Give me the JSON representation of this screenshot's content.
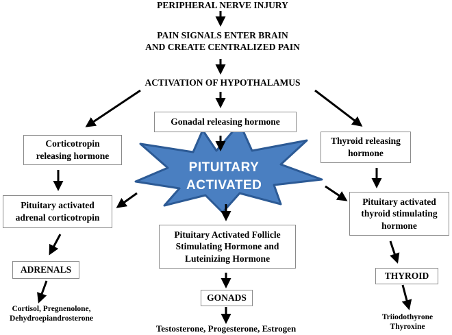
{
  "top": {
    "line1": "PERIPHERAL NERVE INJURY",
    "line2a": "PAIN SIGNALS ENTER BRAIN",
    "line2b": "AND CREATE CENTRALIZED PAIN",
    "line3": "ACTIVATION OF HYPOTHALAMUS"
  },
  "center": {
    "gonadal": "Gonadal releasing hormone",
    "burst_line1": "PITUITARY",
    "burst_line2": "ACTIVATED",
    "fsh_line1": "Pituitary Activated Follicle",
    "fsh_line2": "Stimulating Hormone and",
    "fsh_line3": "Luteinizing Hormone",
    "gonads": "GONADS",
    "output": "Testosterone, Progesterone, Estrogen"
  },
  "left": {
    "crh_line1": "Corticotropin",
    "crh_line2": "releasing hormone",
    "acth_line1": "Pituitary activated",
    "acth_line2": "adrenal corticotropin",
    "adrenals": "ADRENALS",
    "out_line1": "Cortisol, Pregnenolone,",
    "out_line2": "Dehydroepiandrosterone"
  },
  "right": {
    "trh_line1": "Thyroid releasing",
    "trh_line2": "hormone",
    "tsh_line1": "Pituitary activated",
    "tsh_line2": "thyroid stimulating",
    "tsh_line3": "hormone",
    "thyroid": "THYROID",
    "out_line1": "Triiodothyrone",
    "out_line2": "Thyroxine"
  },
  "colors": {
    "burst_fill": "#4a7fc1",
    "burst_stroke": "#2c5a95",
    "arrow": "#000000"
  }
}
